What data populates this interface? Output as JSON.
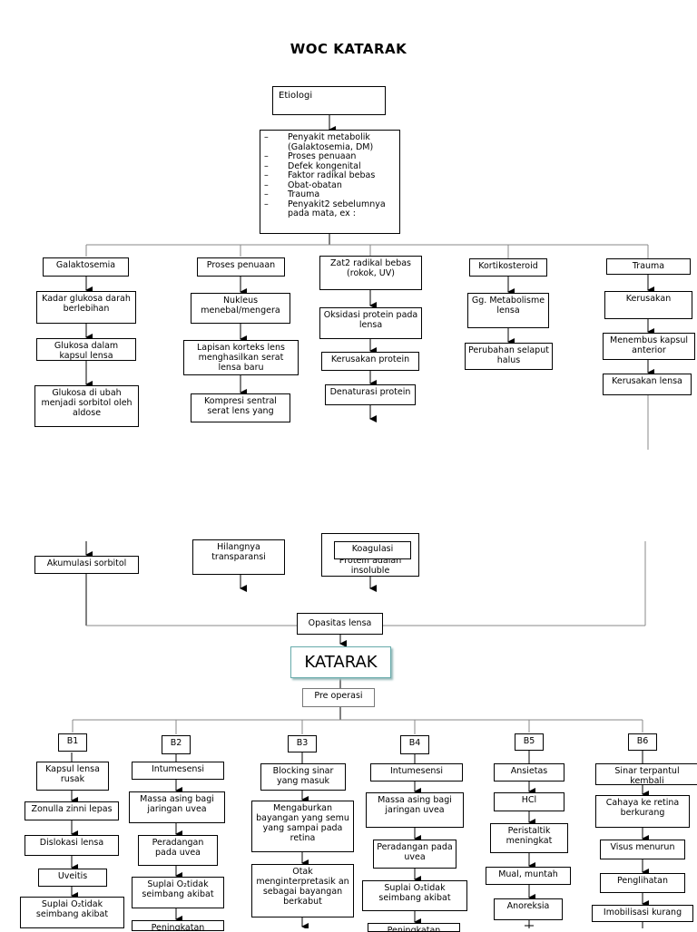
{
  "title": "WOC KATARAK",
  "etiologi": {
    "label": "Etiologi",
    "causes": [
      "Penyakit metabolik (Galaktosemia, DM)",
      "Proses penuaan",
      "Defek kongenital",
      "Faktor radikal bebas",
      "Obat-obatan",
      "Trauma",
      "Penyakit2 sebelumnya pada mata, ex :"
    ],
    "dash": "–"
  },
  "col1": {
    "head": "Galaktosemia",
    "steps": [
      "Kadar glukosa darah berlebihan",
      "Glukosa dalam kapsul lensa meningkat",
      "Glukosa di ubah menjadi sorbitol oleh aldose"
    ],
    "bottom": "Akumulasi sorbitol"
  },
  "col2": {
    "head": "Proses penuaan",
    "steps": [
      "Nukleus menebal/mengera",
      "Lapisan korteks lens menghasilkan serat lensa baru",
      "Kompresi sentral serat lens yang"
    ],
    "bottom": "Hilangnya transparansi"
  },
  "col3": {
    "head": "Zat2 radikal bebas (rokok, UV)",
    "steps": [
      "Oksidasi protein pada lensa",
      "Kerusakan protein",
      "Denaturasi protein"
    ],
    "bottom_back": "Protein adalah insoluble",
    "bottom": "Koagulasi"
  },
  "col4": {
    "head": "Kortikosteroid",
    "steps": [
      "Gg. Metabolisme lensa",
      "Perubahan selaput halus"
    ]
  },
  "col5": {
    "head": "Trauma",
    "steps": [
      "Kerusakan",
      "Menembus kapsul anterior",
      "Kerusakan lensa"
    ]
  },
  "merge": {
    "opasitas": "Opasitas lensa",
    "katarak": "KATARAK",
    "pre": "Pre operasi"
  },
  "b_heads": [
    "B1",
    "B2",
    "B3",
    "B4",
    "B5",
    "B6"
  ],
  "b1": [
    "Kapsul lensa rusak",
    "Zonulla zinni lepas",
    "Dislokasi lensa",
    "Uveitis",
    "Suplai O₂tidak seimbang akibat"
  ],
  "b2": [
    "Intumesensi",
    "Massa asing bagi jaringan uvea",
    "Peradangan pada uvea",
    "Suplai O₂tidak seimbang akibat",
    "Peningkatan"
  ],
  "b3": [
    "Blocking sinar yang masuk",
    "Mengaburkan bayangan yang semu yang sampai pada retina",
    "Otak menginterpretasik an sebagai bayangan berkabut"
  ],
  "b4": [
    "Intumesensi",
    "Massa asing bagi jaringan uvea",
    "Peradangan pada uvea",
    "Suplai O₂tidak seimbang akibat",
    "Peningkatan"
  ],
  "b5": [
    "Ansietas",
    "HCl",
    "Peristaltik meningkat",
    "Mual, muntah",
    "Anoreksia"
  ],
  "b6": [
    "Sinar terpantul kembali",
    "Cahaya ke retina berkurang",
    "Visus menurun",
    "Penglihatan",
    "Imobilisasi kurang"
  ]
}
